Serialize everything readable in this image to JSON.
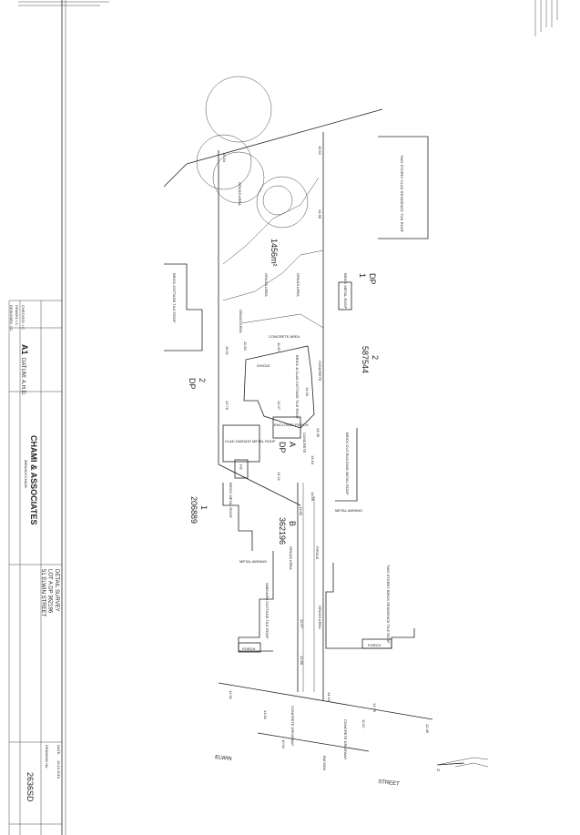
{
  "title_block": {
    "company": "CHAMI & ASSOCIATES",
    "company_sub": "IBRAHIM CHAMI",
    "sheet_size": "A1",
    "datum": "DATUM: A.H.D.",
    "survey_title": "DETAIL SURVEY",
    "lot": "LOT A DP 362196",
    "address": "51 ELWIN STREET",
    "designed": "DESIGNED: I.C.",
    "drawn": "DRAWN: I.C.",
    "checked": "CHECKED: I.C.",
    "date_label": "DATE",
    "date": "16.10.2016",
    "drawing_no_label": "DRAWING No.",
    "drawing_no": "2636SD"
  },
  "lots": {
    "lot1_dp": "1",
    "dp_label": "DP",
    "dp_587544": "587544",
    "lot2_587544": "2",
    "lot2_dp": "2",
    "dp_206889": "206889",
    "lot1_206889": "1",
    "lot_a": "A",
    "lot_b": "B",
    "dp_362196": "362196"
  },
  "area": "1456m²",
  "labels": {
    "grass_area": "GRASS AREA",
    "concrete_area": "CONCRETE AREA",
    "concrete": "CONCRETE",
    "enclosed_porch": "ENCLOSED PORCH",
    "clad_garage": "CLAD GARAGE METAL ROOF",
    "brick_cottage": "BRICK & CLAD COTTAGE TILE ROOF",
    "metal_awning": "METAL AWNING",
    "brick_outbuilding": "BRICK OUT-BUILDING METAL ROOF",
    "brick_metal_roof": "BRICK METAL ROOF",
    "weatherboard_cottage": "W/BOARD COTTAGE TILE ROOF",
    "brick_cottage_left": "BRICK COTTAGE TILE ROOF",
    "two_storey": "TWO STOREY CLAD RESIDENCE TILE ROOF",
    "two_storey_brick": "TWO STOREY BRICK RESIDENCE TILE ROOF",
    "porch": "PORCH",
    "pit": "PIT",
    "concrete_driveway": "CONCRETE DRIVEWAY",
    "ppole": "P/POLE",
    "sewer": "S/HOLE",
    "street_1": "ELWIN",
    "street_2": "STREET",
    "bm": "BM SSM",
    "north": "N"
  },
  "levels": [
    "15.51",
    "15.52",
    "14.98",
    "13.79",
    "11.90",
    "11.63",
    "14.30",
    "14.37",
    "14.38",
    "14.54",
    "14.56",
    "13.85",
    "12.86",
    "12.57",
    "14.10",
    "15.54",
    "14.21",
    "13.91",
    "13.75",
    "11.87",
    "10.93",
    "12.91",
    "12.45"
  ]
}
